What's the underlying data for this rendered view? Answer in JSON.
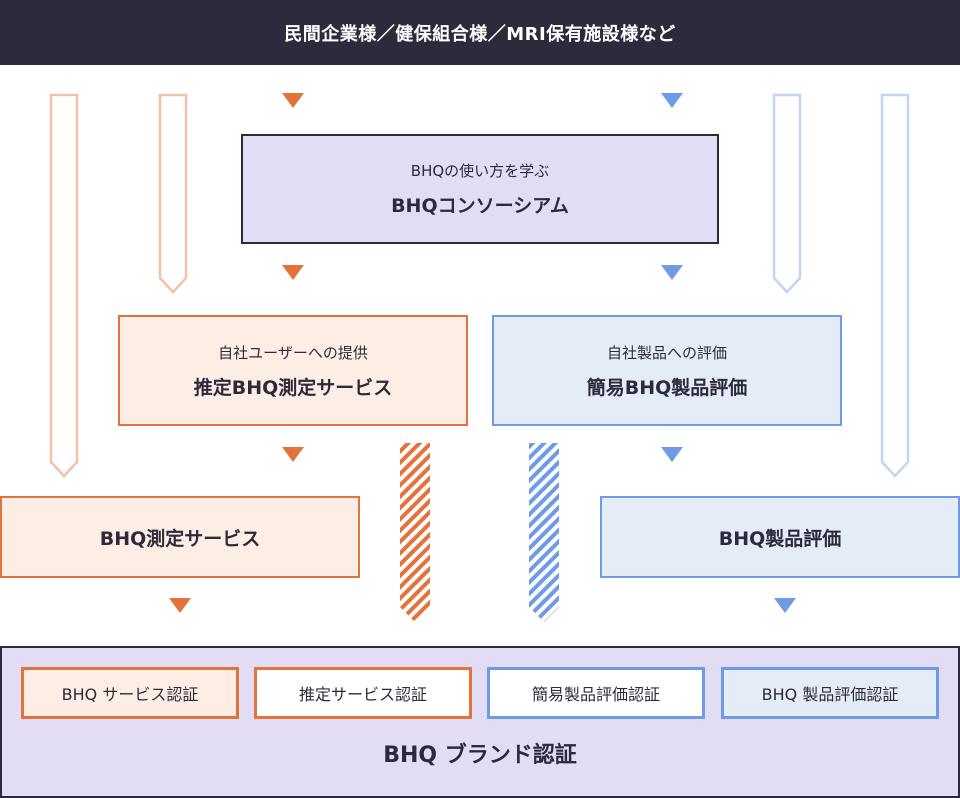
{
  "header": {
    "title": "民間企業様／健保組合様／MRI保有施設様など"
  },
  "consortium": {
    "subtitle": "BHQの使い方を学ぶ",
    "title": "BHQコンソーシアム"
  },
  "estimated_service": {
    "subtitle": "自社ユーザーへの提供",
    "title": "推定BHQ測定サービス"
  },
  "simple_eval": {
    "subtitle": "自社製品への評価",
    "title": "簡易BHQ製品評価"
  },
  "measurement_service": {
    "title": "BHQ測定サービス"
  },
  "product_eval": {
    "title": "BHQ製品評価"
  },
  "brand": {
    "title": "BHQ ブランド認証",
    "certs": [
      "BHQ サービス認証",
      "推定サービス認証",
      "簡易製品評価認証",
      "BHQ 製品評価認証"
    ]
  },
  "colors": {
    "dark": "#2e2a3b",
    "orange": "#e4733b",
    "orange_light": "#fdeee5",
    "orange_outline": "#f2c2a8",
    "blue": "#6f9be6",
    "blue_light": "#e4ecf7",
    "blue_outline": "#c3d5f2",
    "purple_light": "#e3dcf5"
  }
}
